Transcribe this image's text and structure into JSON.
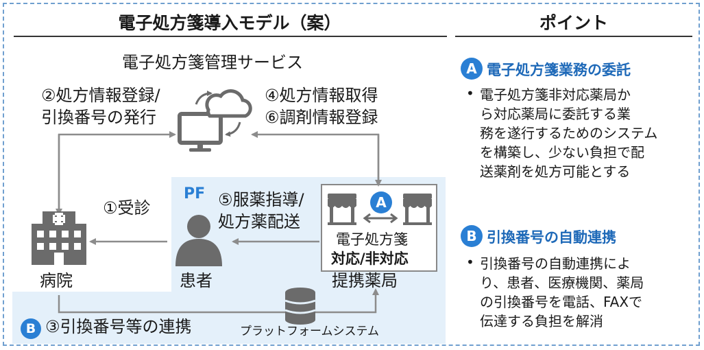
{
  "title": "電子処方箋導入モデル（案）",
  "points_title": "ポイント",
  "service_label": "電子処方箋管理サービス",
  "pf_label": "PF",
  "platform_label": "プラットフォームシステム",
  "labels": {
    "register": [
      "②処方情報登録/",
      "引換番号の発行"
    ],
    "acquire": [
      "④処方情報取得",
      "⑥調剤情報登録"
    ],
    "consult": "①受診",
    "guidance": [
      "⑤服薬指導/",
      "処方薬配送"
    ],
    "pharmacy_box": [
      "電子処方箋",
      "対応/非対応"
    ],
    "hospital": "病院",
    "patient": "患者",
    "pharmacy": "提携薬局",
    "linkage": "③引換番号等の連携"
  },
  "badges": {
    "a": "A",
    "b": "B"
  },
  "points": [
    {
      "badge": "A",
      "heading": "電子処方箋業務の委託",
      "lines": [
        "電子処方箋非対応薬局か",
        "ら対応薬局に委託する業",
        "務を遂行するためのシステム",
        "を構築し、少ない負担で配",
        "送薬剤を処方可能とする"
      ]
    },
    {
      "badge": "B",
      "heading": "引換番号の自動連携",
      "lines": [
        "引換番号の自動連携によ",
        "り、患者、医療機関、薬局",
        "の引換番号を電話、FAXで",
        "伝達する負担を解消"
      ]
    }
  ],
  "bullet": "•",
  "colors": {
    "accent": "#2a7fd4",
    "heading": "#1e69b8",
    "region": "#e4f0fa",
    "line": "#8c8c8c",
    "icon": "#6b6b6b"
  },
  "icons": {
    "service": "cloud-computer-icon",
    "hospital": "hospital-building-icon",
    "patient": "person-icon",
    "pharmacy": "store-icon",
    "platform": "database-icon"
  }
}
